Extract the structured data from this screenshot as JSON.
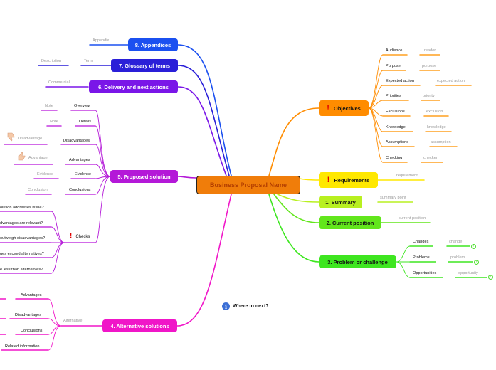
{
  "central": "Business Proposal Name",
  "right": {
    "objectives": {
      "label": "Objectives",
      "items": [
        {
          "label": "Audience",
          "value": "reader"
        },
        {
          "label": "Purpose",
          "value": "purpose"
        },
        {
          "label": "Expected action",
          "value": "expected action"
        },
        {
          "label": "Priorities",
          "value": "priority"
        },
        {
          "label": "Exclusions",
          "value": "exclusion"
        },
        {
          "label": "Knowledge",
          "value": "knowledge"
        },
        {
          "label": "Assumptions",
          "value": "assumption"
        },
        {
          "label": "Checking",
          "value": "checker"
        }
      ]
    },
    "requirements": {
      "label": "Requirements",
      "value": "requirement"
    },
    "summary": {
      "label": "1. Summary",
      "value": "summary point"
    },
    "current_position": {
      "label": "2. Current position",
      "value": "current position"
    },
    "problem": {
      "label": "3. Problem or challenge",
      "items": [
        {
          "label": "Changes",
          "value": "change"
        },
        {
          "label": "Problems",
          "value": "problem"
        },
        {
          "label": "Opportunities",
          "value": "opportunity"
        }
      ]
    }
  },
  "left": {
    "appendices": {
      "label": "8. Appendices",
      "value": "Appendix"
    },
    "glossary": {
      "label": "7. Glossary of terms",
      "term": "Term",
      "description": "Description"
    },
    "delivery": {
      "label": "6. Delivery and next actions",
      "value": "Commercial"
    },
    "proposed": {
      "label": "5. Proposed solution",
      "items": [
        {
          "label": "Overview",
          "value": "Note"
        },
        {
          "label": "Details",
          "value": "Note"
        },
        {
          "label": "Disadvantages",
          "value": "Disadvantage"
        },
        {
          "label": "Advantages",
          "value": "Advantage"
        },
        {
          "label": "Evidence",
          "value": "Evidence"
        },
        {
          "label": "Conclusions",
          "value": "Conclusion"
        }
      ],
      "checks": {
        "label": "Checks",
        "items": [
          "olution addresses issue?",
          "dvantages are relevant?",
          "outweigh disadvantages?",
          "ges exceed alternatives?",
          "e less than alternatives?"
        ]
      }
    },
    "alternative": {
      "label": "4. Alternative solutions",
      "sub": "Alternative",
      "items": [
        "Advantages",
        "Disadvantages",
        "Conclusions",
        "Related information"
      ]
    }
  },
  "footer": {
    "where_next": "Where to next?"
  },
  "colors": {
    "central": "#f07d0a",
    "objectives": "#ff8c00",
    "requirements": "#ffe800",
    "summary": "#b8f020",
    "current_position": "#62e61c",
    "problem": "#3ee620",
    "appendices": "#1b50f0",
    "glossary": "#2a1fd8",
    "delivery": "#7a16e8",
    "proposed": "#b418d8",
    "alternative": "#f016c8"
  }
}
